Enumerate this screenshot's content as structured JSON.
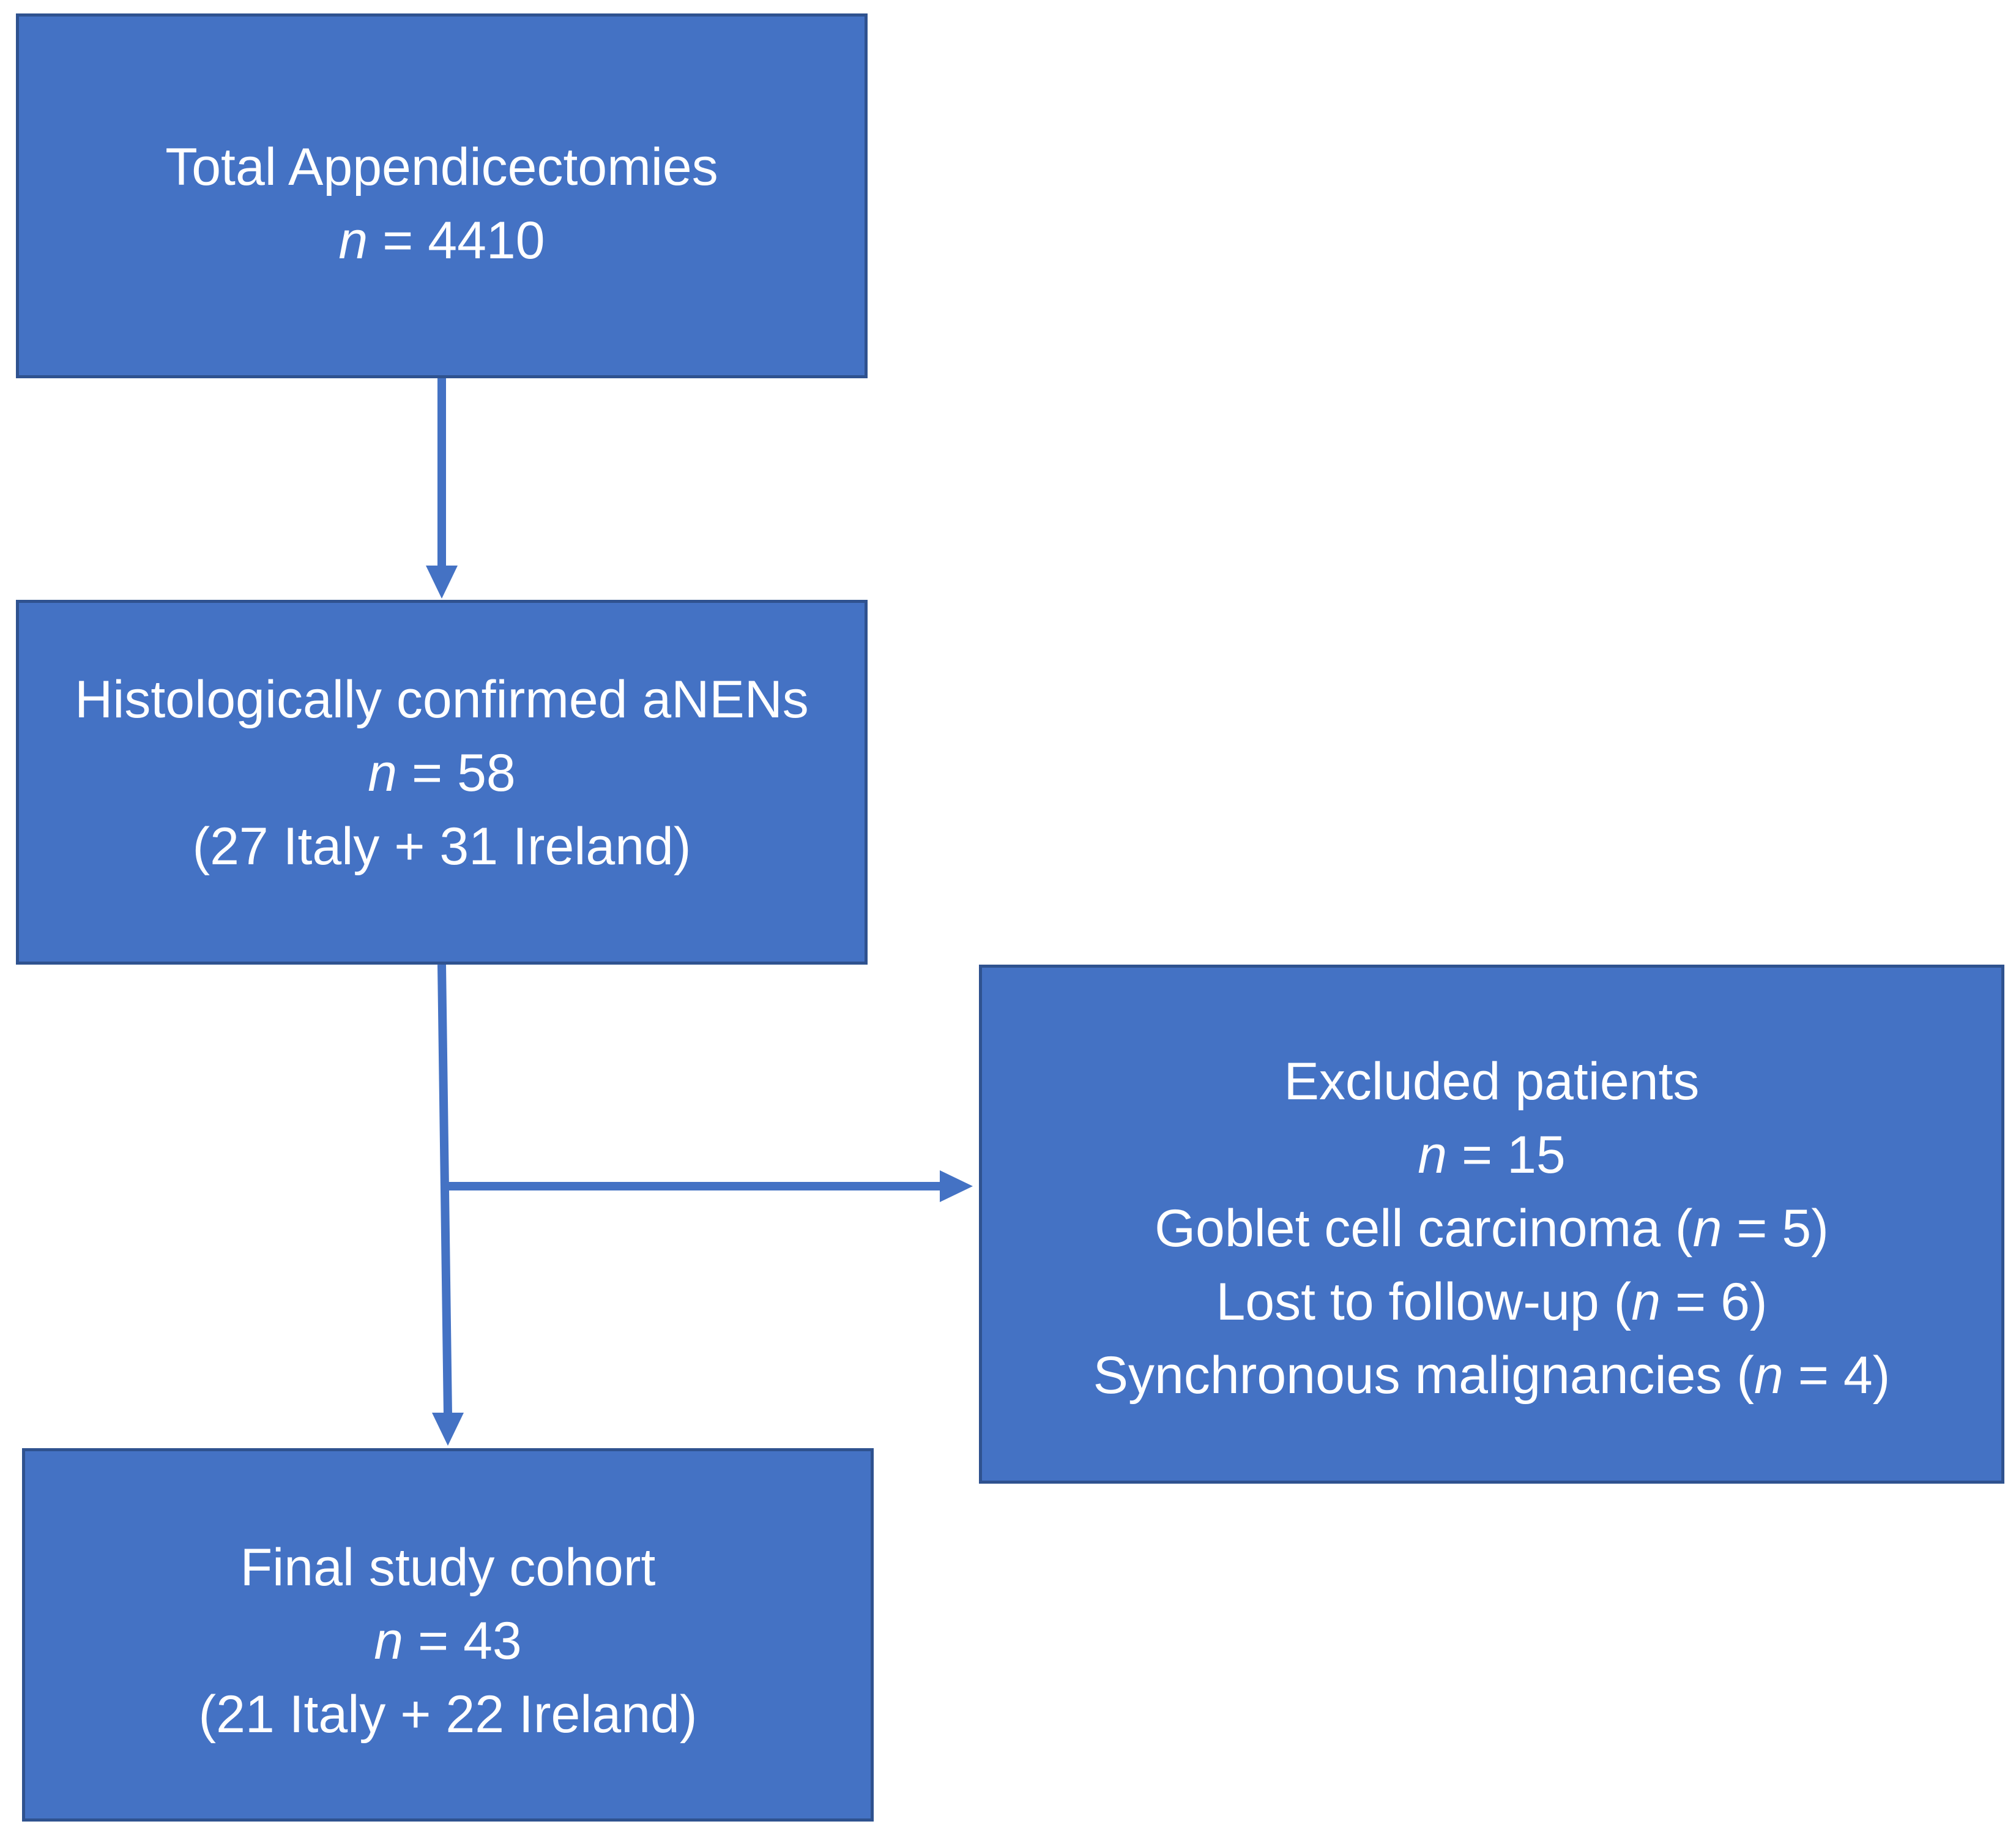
{
  "colors": {
    "box_fill": "#4472C4",
    "box_border": "#2F528F",
    "text": "#FFFFFF",
    "arrow": "#4472C4"
  },
  "boxes": {
    "total": {
      "title": "Total Appendicectomies",
      "n_symbol": "n",
      "n_value": " = 4410"
    },
    "histologic": {
      "title": "Histologically confirmed aNENs",
      "n_symbol": "n",
      "n_value": " = 58",
      "breakdown": "(27 Italy + 31 Ireland)"
    },
    "excluded": {
      "title": "Excluded patients",
      "n_symbol": "n",
      "n_value": " = 15",
      "reasons": [
        {
          "label": "Goblet cell carcinoma (",
          "n_symbol": "n",
          "n_value": " = 5)"
        },
        {
          "label": "Lost to follow-up (",
          "n_symbol": "n",
          "n_value": " = 6)"
        },
        {
          "label": "Synchronous malignancies (",
          "n_symbol": "n",
          "n_value": " = 4)"
        }
      ]
    },
    "final": {
      "title": "Final study cohort",
      "n_symbol": "n",
      "n_value": " = 43",
      "breakdown": "(21 Italy + 22 Ireland)"
    }
  }
}
